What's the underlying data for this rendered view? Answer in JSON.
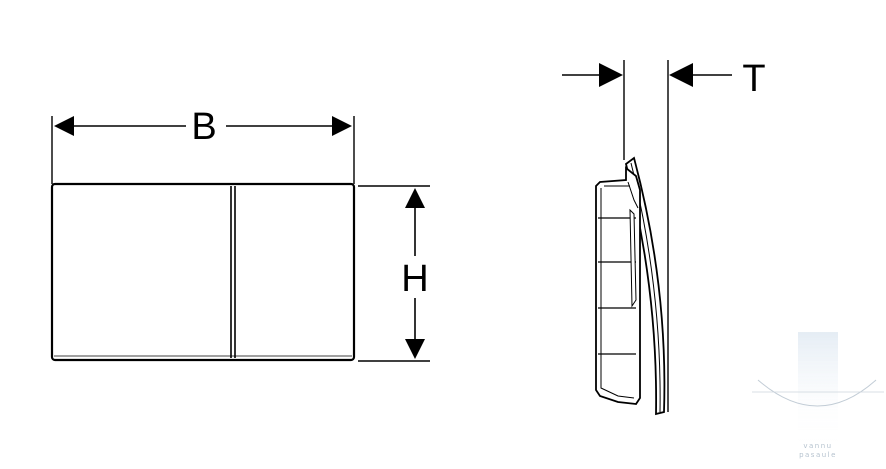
{
  "diagram": {
    "front_view": {
      "width_label": "B",
      "height_label": "H"
    },
    "side_view": {
      "thickness_label": "T"
    }
  },
  "watermark": {
    "line1": "vannu",
    "line2": "pasaule",
    "color": "#a9b8c6"
  }
}
